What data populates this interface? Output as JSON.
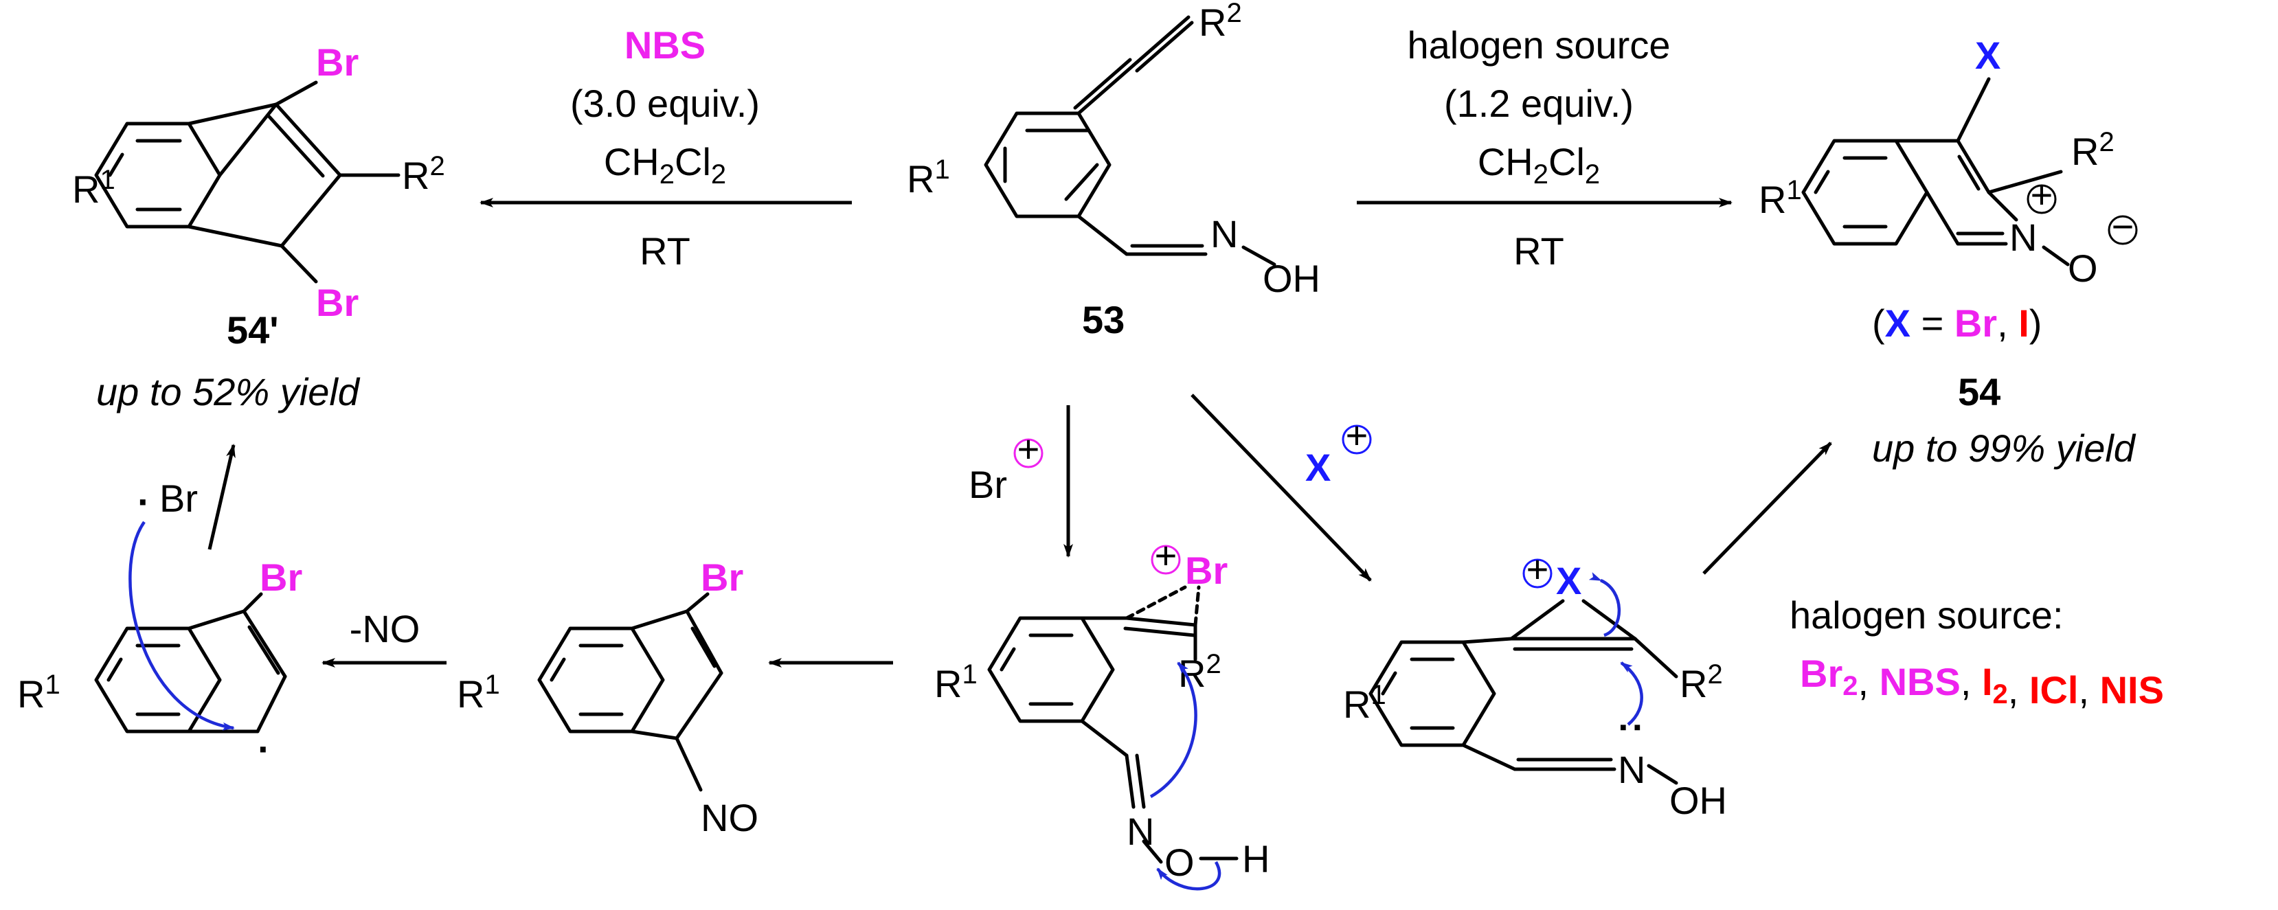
{
  "colors": {
    "magenta": "#ee22ee",
    "blue": "#1a1aff",
    "red": "#ff0000",
    "arrow_blue": "#1f2bd8"
  },
  "top_left": {
    "reagent": "NBS",
    "equiv": "(3.0 equiv.)",
    "solvent": "CH",
    "solvent_sub1": "2",
    "solvent_cl": "Cl",
    "solvent_sub2": "2",
    "temp": "RT"
  },
  "top_right": {
    "reagent": "halogen source",
    "equiv": "(1.2 equiv.)",
    "solvent": "CH",
    "solvent_sub1": "2",
    "solvent_cl": "Cl",
    "solvent_sub2": "2",
    "temp": "RT"
  },
  "compound_53": {
    "label": "53"
  },
  "compound_54p": {
    "label": "54'",
    "yield": "up to 52% yield"
  },
  "compound_54": {
    "x_note_open": "(",
    "x_note_x": "X",
    "x_note_eq": " = ",
    "x_note_br": "Br",
    "x_note_comma": ", ",
    "x_note_i": "I",
    "x_note_close": ")",
    "label": "54",
    "yield": "up to 99% yield"
  },
  "atoms": {
    "R": "R",
    "one": "1",
    "two": "2",
    "Br": "Br",
    "X": "X",
    "N": "N",
    "O": "O",
    "OH": "OH",
    "H": "H",
    "NO": "NO",
    "plus": "+",
    "minus": "−",
    "dot": "·",
    "colon": ":"
  },
  "arrows": {
    "br_plus": "Br",
    "x_plus": "X",
    "minus_no": "-NO",
    "br_radical": "Br"
  },
  "halogen_sources": {
    "title": "halogen source:",
    "items": [
      {
        "text": "Br",
        "sub": "2",
        "color": "#ee22ee"
      },
      {
        "text": "NBS",
        "sub": "",
        "color": "#ee22ee"
      },
      {
        "text": "I",
        "sub": "2",
        "color": "#ff0000"
      },
      {
        "text": "ICl",
        "sub": "",
        "color": "#ff0000"
      },
      {
        "text": "NIS",
        "sub": "",
        "color": "#ff0000"
      }
    ],
    "separator": ", "
  }
}
